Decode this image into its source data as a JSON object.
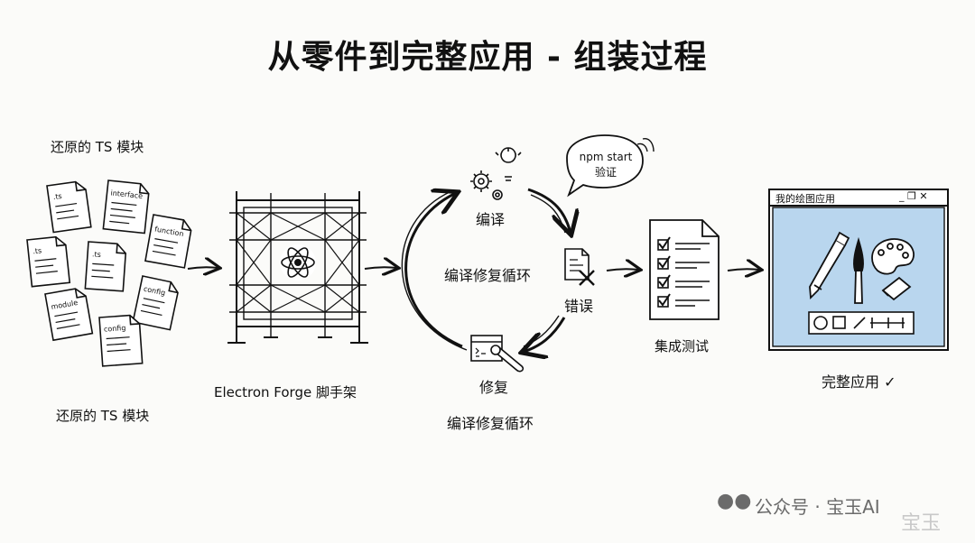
{
  "title": "从零件到完整应用 - 组装过程",
  "modules_label_top": "还原的 TS 模块",
  "modules_label_bottom": "还原的 TS 模块",
  "file_labels": [
    ".ts",
    "interface",
    "function",
    ".ts",
    ".ts",
    "module",
    "config",
    "config"
  ],
  "forge_label": "Electron Forge 脚手架",
  "loop": {
    "compile": "编译",
    "error": "错误",
    "fix": "修复",
    "center": "编译修复循环",
    "bottom": "编译修复循环",
    "bubble_line1": "npm start",
    "bubble_line2": "验证"
  },
  "integration_label": "集成测试",
  "app": {
    "window_title": "我的绘图应用",
    "window_controls": "_ ❐ ✕",
    "label": "完整应用 ✓"
  },
  "watermark": {
    "text": "公众号 · 宝玉AI",
    "stamp": "宝玉"
  },
  "colors": {
    "app_canvas": "#b9d6ee",
    "ink": "#111111"
  },
  "icons": [
    "gears-lightbulb-icon",
    "error-document-icon",
    "code-wrench-icon",
    "checklist-icon",
    "electron-atom-icon",
    "pencil-icon",
    "paintbrush-icon",
    "palette-icon",
    "eraser-icon",
    "wechat-icon"
  ]
}
